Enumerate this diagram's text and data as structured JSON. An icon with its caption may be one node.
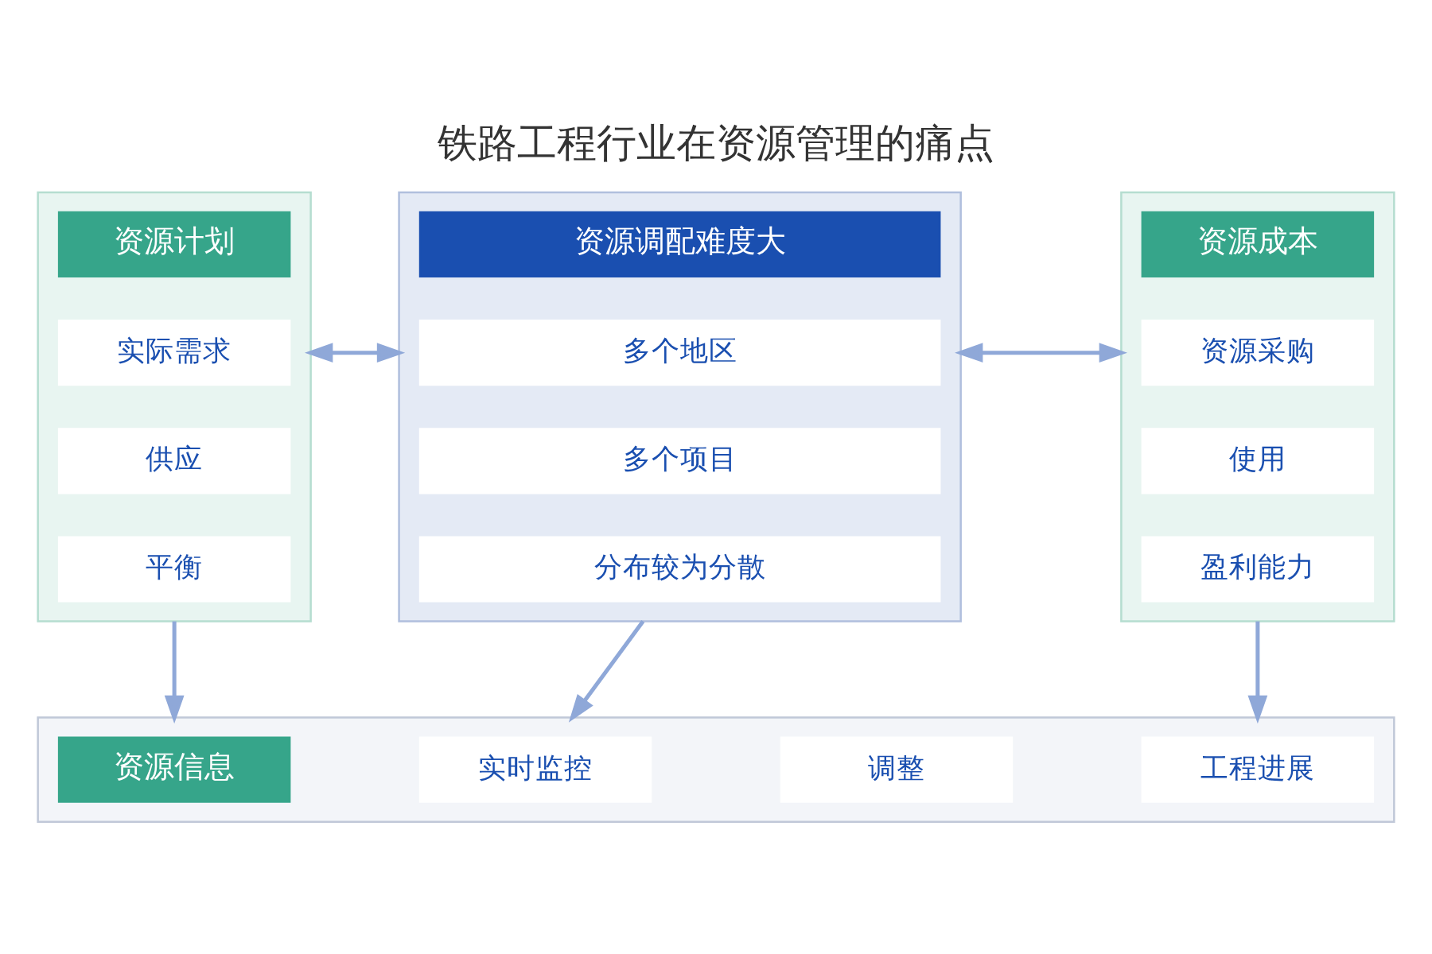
{
  "diagram": {
    "title": "铁路工程行业在资源管理的痛点",
    "nodes": [
      {
        "text": [],
        "shape": "box"
      },
      {
        "text": [
          "资源计划"
        ],
        "in": 0
      },
      {
        "text": [
          "实际需求"
        ],
        "in": 0
      },
      {
        "text": [
          "供应"
        ],
        "in": 0
      },
      {
        "text": [
          "平衡"
        ],
        "in": 0
      },
      {
        "text": [],
        "shape": "box"
      },
      {
        "text": [
          "资源调配难度大"
        ],
        "in": 5
      },
      {
        "text": [
          "多个地区"
        ],
        "in": 5
      },
      {
        "text": [
          "多个项目"
        ],
        "in": 5
      },
      {
        "text": [
          "分布较为分散"
        ],
        "in": 5
      },
      {
        "text": [],
        "shape": "box"
      },
      {
        "text": [
          "资源成本"
        ],
        "in": 10
      },
      {
        "text": [
          "资源采购"
        ],
        "in": 10
      },
      {
        "text": [
          "使用"
        ],
        "in": 10
      },
      {
        "text": [
          "盈利能力"
        ],
        "in": 10
      },
      {
        "text": [],
        "shape": "box"
      },
      {
        "text": [
          "资源信息"
        ],
        "in": 15
      },
      {
        "text": [
          "实时监控"
        ],
        "in": 15
      },
      {
        "text": [
          "调整"
        ],
        "in": 15
      },
      {
        "text": [
          "工程进展"
        ],
        "in": 15
      }
    ],
    "edges": [
      {
        "from": 0,
        "to": 5,
        "arrow": "both"
      },
      {
        "from": 5,
        "to": 10,
        "arrow": "both"
      },
      {
        "from": 0,
        "to": 15,
        "arrow": "to"
      },
      {
        "from": 5,
        "to": 15,
        "arrow": "to"
      },
      {
        "from": 10,
        "to": 15,
        "arrow": "to"
      }
    ]
  }
}
